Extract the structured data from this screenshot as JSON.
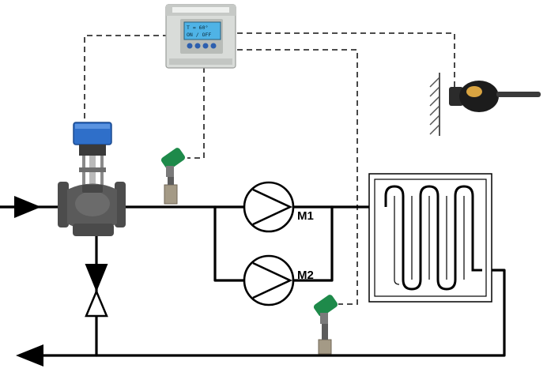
{
  "pumps": {
    "m1_label": "M1",
    "m2_label": "M2"
  },
  "controller": {
    "lcd_line1": "T = 60°",
    "lcd_line2": "ON / OFF"
  },
  "colors": {
    "pipe": "#000000",
    "signal_line": "#333333",
    "actuator": "#2f6fc9",
    "valve_body": "#5a5a5a",
    "sensor_head": "#1e8a4a",
    "controller_body": "#d9dcd9",
    "controller_screen": "#4fb3e6"
  },
  "icons": [
    "controller-icon",
    "actuator-icon",
    "valve-body-icon",
    "temperature-sensor-icon",
    "outdoor-sensor-icon",
    "wall-hatch-icon",
    "pump-icon",
    "heat-exchanger-icon",
    "check-valve-icon",
    "flow-arrow-icon"
  ]
}
